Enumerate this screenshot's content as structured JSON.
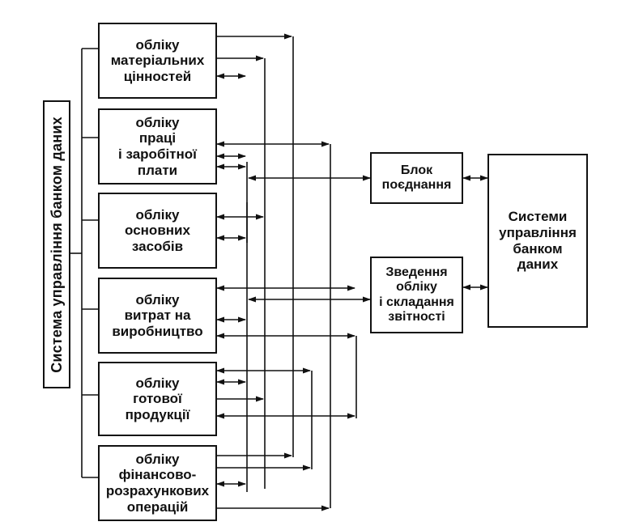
{
  "diagram": {
    "vertical_label": "Система управління банком даних",
    "modules": [
      "обліку\nматеріальних\nцінностей",
      "обліку\nпраці\nі заробітної\nплати",
      "обліку\nосновних\nзасобів",
      "обліку\nвитрат на\nвиробництво",
      "обліку\nготової\nпродукції",
      "обліку\nфінансово-\nрозрахункових\nоперацій"
    ],
    "block_combination": "Блок\nпоєднання",
    "block_summary": "Зведення\nобліку\nі складання\nзвітності",
    "block_systems": "Системи\nуправління\nбанком\nданих"
  }
}
